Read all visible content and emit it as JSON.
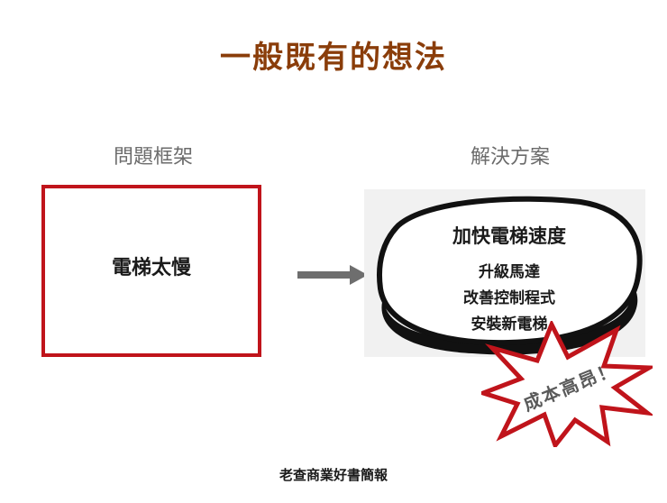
{
  "title": "一般既有的想法",
  "problem": {
    "label": "問題框架",
    "text": "電梯太慢"
  },
  "solution": {
    "label": "解決方案",
    "heading": "加快電梯速度",
    "items": [
      "升級馬達",
      "改善控制程式",
      "安裝新電梯"
    ]
  },
  "callout": {
    "text": "成本高昂！"
  },
  "footer": "老查商業好書簡報",
  "colors": {
    "title": "#8a3d0a",
    "frame": "#c0141b",
    "arrow": "#6e6e6e",
    "burst_stroke": "#c0141b",
    "burst_text": "#5a5a5a"
  }
}
